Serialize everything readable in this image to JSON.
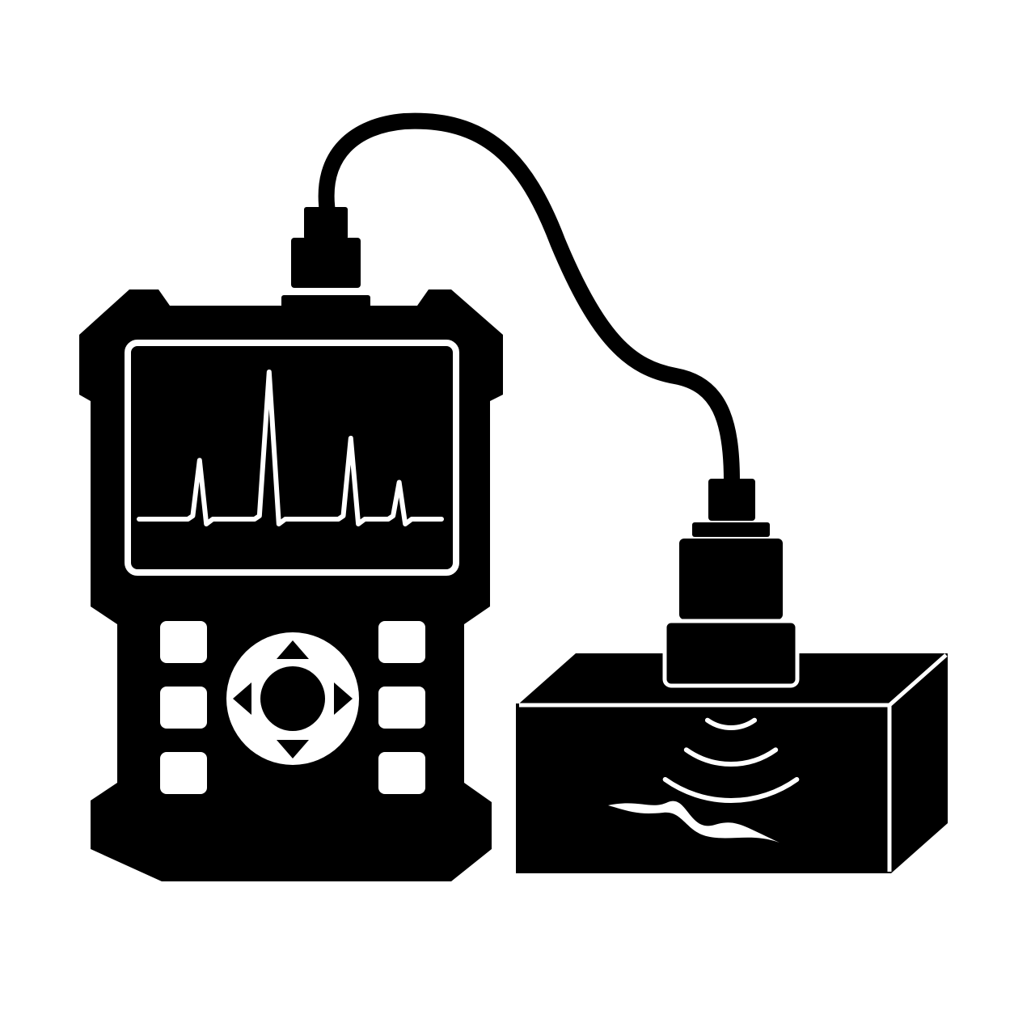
{
  "colors": {
    "ink": "#000000",
    "paper": "#ffffff"
  },
  "icons": {
    "device": "ultrasonic-flaw-detector-icon",
    "screen": "a-scan-waveform-icon",
    "dpad": "directional-pad-icon",
    "probe": "transducer-probe-icon",
    "cable": "probe-cable-icon",
    "specimen": "test-block-icon",
    "waves": "ultrasonic-wave-icon",
    "flaw": "crack-defect-icon"
  },
  "screen": {
    "waveform": {
      "baseline": 0,
      "peaks": [
        {
          "position": 0.2,
          "amplitude": 0.4
        },
        {
          "position": 0.43,
          "amplitude": 1.0
        },
        {
          "position": 0.7,
          "amplitude": 0.55
        },
        {
          "position": 0.86,
          "amplitude": 0.25
        }
      ]
    }
  },
  "keypad": {
    "left_keys": 3,
    "right_keys": 3,
    "dpad_arrows": [
      "up",
      "left",
      "right",
      "down"
    ]
  },
  "specimen": {
    "wave_arcs": 3
  }
}
